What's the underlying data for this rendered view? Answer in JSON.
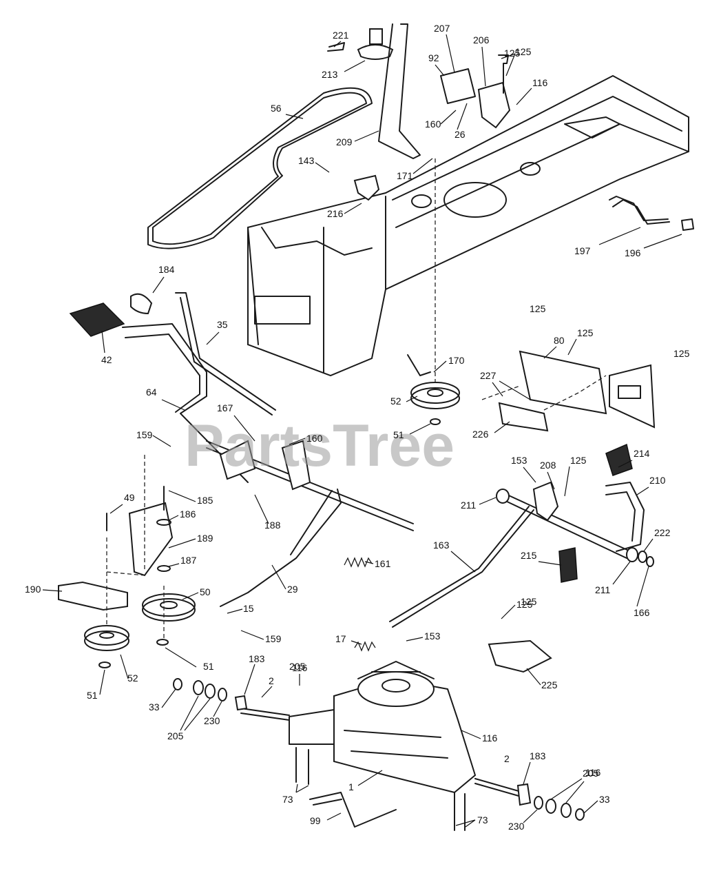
{
  "watermark": "PartsTree",
  "callouts": [
    "221",
    "213",
    "207",
    "92",
    "206",
    "125",
    "116",
    "56",
    "160",
    "26",
    "209",
    "171",
    "143",
    "216",
    "197",
    "196",
    "184",
    "35",
    "42",
    "170",
    "80",
    "227",
    "125",
    "52",
    "51",
    "226",
    "64",
    "167",
    "160",
    "159",
    "214",
    "210",
    "208",
    "125",
    "153",
    "211",
    "49",
    "185",
    "186",
    "188",
    "189",
    "187",
    "161",
    "163",
    "215",
    "222",
    "211",
    "166",
    "190",
    "50",
    "29",
    "15",
    "159",
    "125",
    "17",
    "153",
    "225",
    "52",
    "51",
    "51",
    "183",
    "116",
    "2",
    "33",
    "205",
    "230",
    "116",
    "183",
    "205",
    "1",
    "73",
    "99",
    "230",
    "73",
    "33",
    "125",
    "125",
    "125",
    "125",
    "205",
    "116",
    "2"
  ],
  "colors": {
    "ink": "#1a1a1a",
    "watermark": "#9a9a9a",
    "background": "#ffffff"
  }
}
